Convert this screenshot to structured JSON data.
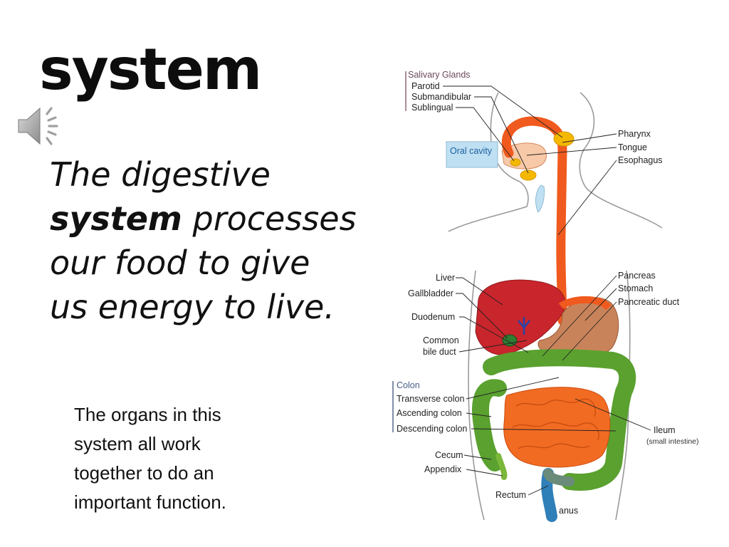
{
  "slide": {
    "title": "system",
    "intro": {
      "line1": "The digestive",
      "keyword": "system",
      "line2_rest": " processes",
      "line3": "our food to give",
      "line4": "us energy to live."
    },
    "note": {
      "line1": "The organs in this",
      "line2": "system all work",
      "line3": "together to do an",
      "line4": "important function."
    },
    "audio_icon": "speaker-icon"
  },
  "diagram": {
    "salivary_header": "Salivary Glands",
    "parotid": "Parotid",
    "submandibular": "Submandibular",
    "sublingual": "Sublingual",
    "oral_cavity": "Oral cavity",
    "pharynx": "Pharynx",
    "tongue": "Tongue",
    "esophagus": "Esophagus",
    "liver": "Liver",
    "gallbladder": "Gallbladder",
    "duodenum": "Duodenum",
    "common_bile_duct_1": "Common",
    "common_bile_duct_2": "bile duct",
    "pancreas": "Pancreas",
    "stomach": "Stomach",
    "pancreatic_duct": "Pancreatic duct",
    "colon_header": "Colon",
    "transverse_colon": "Transverse colon",
    "ascending_colon": "Ascending colon",
    "descending_colon": "Descending colon",
    "ileum": "Ileum",
    "small_intestine": "(small intestine)",
    "cecum": "Cecum",
    "appendix": "Appendix",
    "rectum": "Rectum",
    "anus": "anus",
    "colors": {
      "esophagus": "#f05a1e",
      "salivary": "#f5b800",
      "liver": "#c9252c",
      "stomach": "#c9835a",
      "pancreas": "#f2e13a",
      "colon": "#5aa12f",
      "small_intestine": "#f26b22",
      "rectum": "#2f7fb8",
      "oral_box": "#bfe0f2"
    }
  }
}
